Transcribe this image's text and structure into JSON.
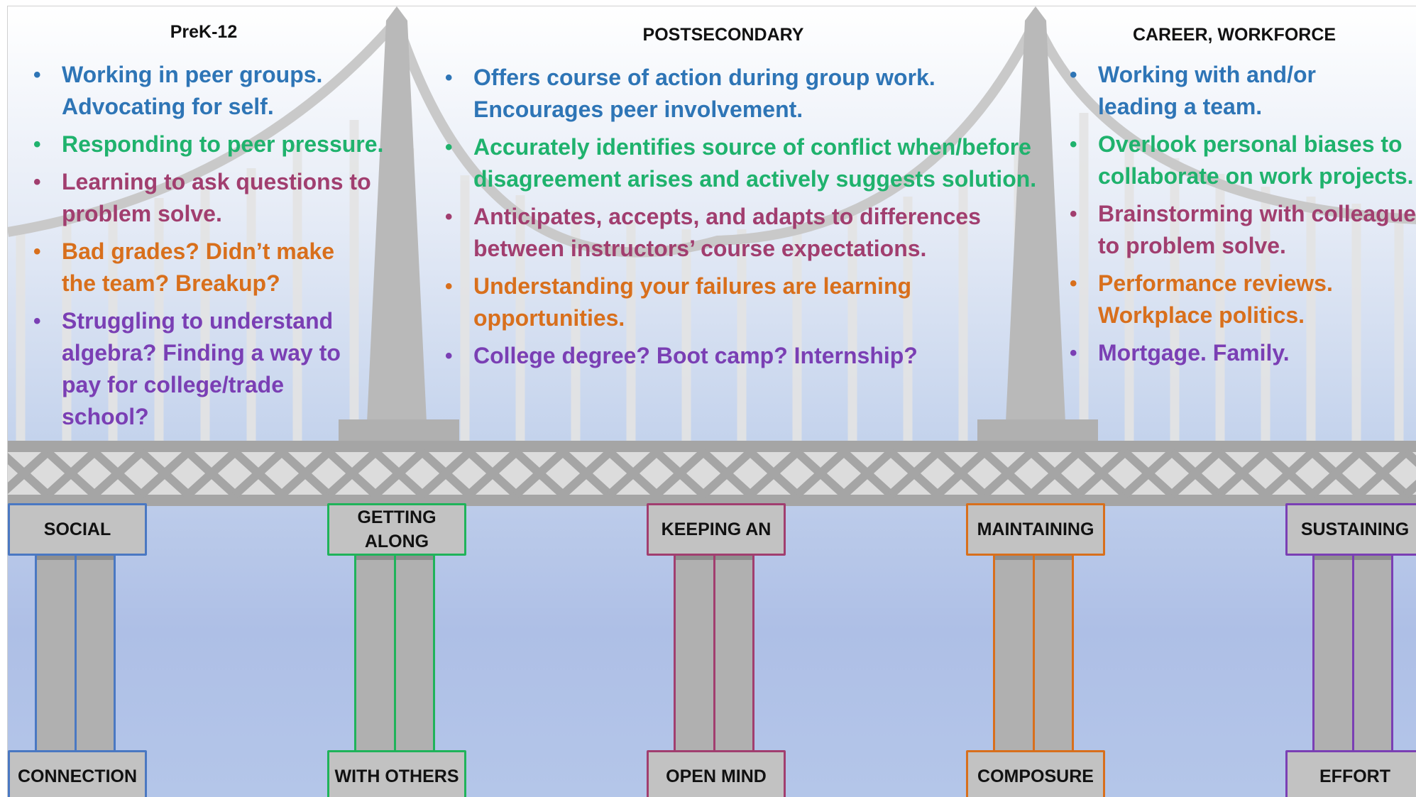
{
  "columns": [
    {
      "heading": "PreK-12",
      "items": [
        {
          "text": "Working in peer groups. Advocating for self.",
          "color": "#2e75b6"
        },
        {
          "text": "Responding to peer pressure.",
          "color": "#1fb26d"
        },
        {
          "text": "Learning to ask questions to problem solve.",
          "color": "#a13e6f"
        },
        {
          "text": "Bad grades? Didn’t make the team? Breakup?",
          "color": "#d86f1c"
        },
        {
          "text": "Struggling to understand algebra? Finding a way to pay for college/trade school?",
          "color": "#7a3fb4"
        }
      ]
    },
    {
      "heading": "POSTSECONDARY",
      "items": [
        {
          "text": "Offers course of action during group work. Encourages peer involvement.",
          "color": "#2e75b6"
        },
        {
          "text": "Accurately identifies source of conflict when/before disagreement arises and actively suggests solution.",
          "color": "#1fb26d"
        },
        {
          "text": "Anticipates, accepts, and adapts to differences between instructors’ course expectations.",
          "color": "#a13e6f"
        },
        {
          "text": "Understanding your failures are learning opportunities.",
          "color": "#d86f1c"
        },
        {
          "text": "College degree? Boot camp? Internship?",
          "color": "#7a3fb4"
        }
      ]
    },
    {
      "heading": "CAREER, WORKFORCE",
      "items": [
        {
          "text": "Working with and/or leading a team.",
          "color": "#2e75b6"
        },
        {
          "text": "Overlook personal biases to collaborate on work projects.",
          "color": "#1fb26d"
        },
        {
          "text": "Brainstorming with colleagues to problem solve.",
          "color": "#a13e6f"
        },
        {
          "text": "Performance reviews. Workplace politics.",
          "color": "#d86f1c"
        },
        {
          "text": "Mortgage. Family.",
          "color": "#7a3fb4"
        }
      ]
    }
  ],
  "pillars": [
    {
      "top": "SOCIAL",
      "bottom": "CONNECTION",
      "color": "#4a78c2"
    },
    {
      "top": "GETTING ALONG",
      "bottom": "WITH OTHERS",
      "color": "#1fb35a"
    },
    {
      "top": "KEEPING AN",
      "bottom": "OPEN MIND",
      "color": "#a13e6f"
    },
    {
      "top": "MAINTAINING",
      "bottom": "COMPOSURE",
      "color": "#d86f1c"
    },
    {
      "top": "SUSTAINING",
      "bottom": "EFFORT",
      "color": "#7a3fb4"
    }
  ]
}
